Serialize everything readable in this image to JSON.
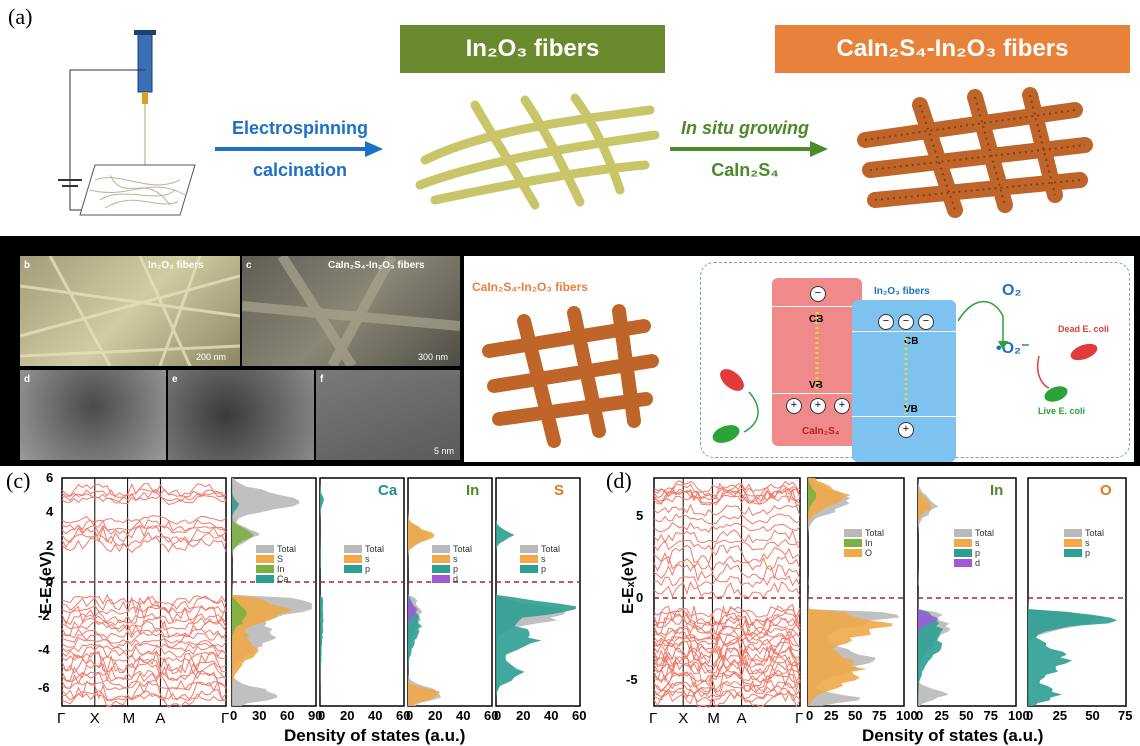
{
  "panel_labels": {
    "a": "(a)",
    "c": "(c)",
    "d": "(d)"
  },
  "panel_a": {
    "banner1": "In₂O₃ fibers",
    "banner2": "CaIn₂S₄-In₂O₃ fibers",
    "step1_line1": "Electrospinning",
    "step1_line2": "calcination",
    "step2_line1": "In situ growing",
    "step2_line2": "CaIn₂S₄",
    "colors": {
      "banner1": "#6a8a2e",
      "banner2": "#e8813a",
      "arrow1": "#1e6fc6",
      "arrow2": "#4c8a2a"
    }
  },
  "panel_b": {
    "tile_b_label": "b",
    "tile_b_title": "In₂O₃ fibers",
    "tile_b_scale": "200 nm",
    "tile_c_label": "c",
    "tile_c_title": "CaIn₂S₄-In₂O₃ fibers",
    "tile_c_scale": "300 nm",
    "tile_d_label": "d",
    "tile_e_label": "e",
    "tile_f_label": "f",
    "tile_f_scale": "5 nm",
    "fiber_label": "CaIn₂S₄-In₂O₃ fibers",
    "cb": "CB",
    "vb": "VB",
    "in2o3_fibers": "In₂O₃ fibers",
    "cain2s4": "CaIn₂S₄",
    "o2": "O₂",
    "o2_radical": "•O₂⁻",
    "dead": "Dead E. coli",
    "live": "Live E. coli",
    "minus": "−",
    "plus": "+"
  },
  "panel_c": {
    "ylabel": "E-Eₓ(eV)",
    "kpoints": [
      "Γ",
      "X",
      "M",
      "A",
      "Γ"
    ],
    "yticks": [
      "6",
      "4",
      "2",
      "0",
      "-2",
      "-4",
      "-6"
    ],
    "dos_xticks": [
      [
        "0",
        "30",
        "60",
        "90"
      ],
      [
        "0",
        "20",
        "40",
        "60"
      ],
      [
        "0",
        "20",
        "40",
        "60"
      ],
      [
        "0",
        "20",
        "40",
        "60"
      ]
    ],
    "elements": [
      "",
      "Ca",
      "In",
      "S"
    ],
    "legends": [
      [
        "Total",
        "S",
        "In",
        "Ca"
      ],
      [
        "Total",
        "s",
        "p"
      ],
      [
        "Total",
        "s",
        "p",
        "d"
      ],
      [
        "Total",
        "s",
        "p"
      ]
    ],
    "xlabel": "Density of states (a.u.)"
  },
  "panel_d": {
    "ylabel": "E-Eₓ(eV)",
    "kpoints": [
      "Γ",
      "X",
      "M",
      "A",
      "Γ"
    ],
    "yticks": [
      "5",
      "0",
      "-5"
    ],
    "dos_xticks": [
      [
        "0",
        "25",
        "50",
        "75",
        "100"
      ],
      [
        "0",
        "25",
        "50",
        "75",
        "100"
      ],
      [
        "0",
        "25",
        "50",
        "75"
      ]
    ],
    "elements": [
      "",
      "In",
      "O"
    ],
    "legends": [
      [
        "Total",
        "In",
        "O"
      ],
      [
        "Total",
        "s",
        "p",
        "d"
      ],
      [
        "Total",
        "s",
        "p"
      ]
    ],
    "xlabel": "Density of states (a.u.)"
  },
  "colors": {
    "band": "#f07a6a",
    "fermi": "#b22222",
    "total": "#b9b9b9",
    "s": "#f0a848",
    "p": "#2e9e93",
    "d": "#a05ad8",
    "ca": "#2e9e93",
    "in": "#7bb043",
    "o": "#f0a848",
    "el_ca": "#1e8f8a",
    "el_in": "#4c8a2a",
    "el_s": "#e07a1a",
    "el_o": "#e07a1a"
  }
}
